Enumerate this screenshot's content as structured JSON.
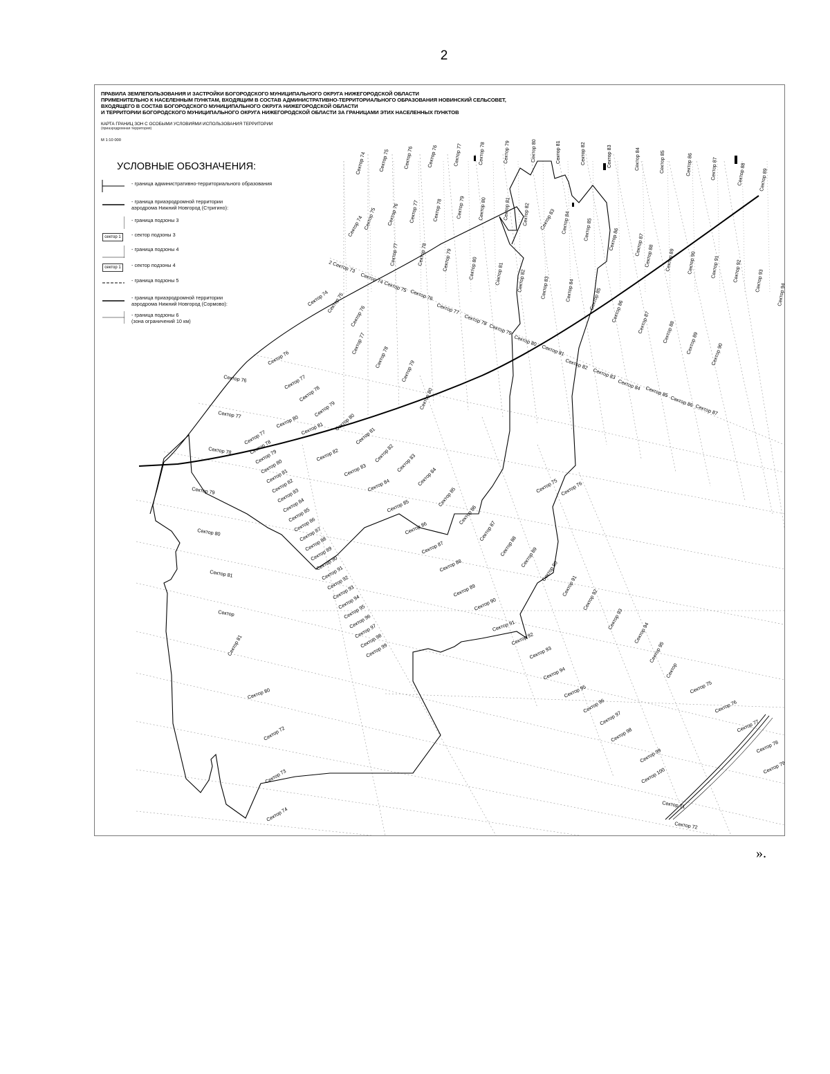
{
  "page": {
    "number": "2",
    "closing": "»."
  },
  "map": {
    "header_lines": [
      "ПРАВИЛА ЗЕМЛЕПОЛЬЗОВАНИЯ И ЗАСТРОЙКИ БОГОРОДСКОГО МУНИЦИПАЛЬНОГО ОКРУГА НИЖЕГОРОДСКОЙ ОБЛАСТИ",
      "ПРИМЕНИТЕЛЬНО К НАСЕЛЕННЫМ ПУНКТАМ, ВХОДЯЩИМ В СОСТАВ АДМИНИСТРАТИВНО-ТЕРРИТОРИАЛЬНОГО ОБРАЗОВАНИЯ НОВИНСКИЙ СЕЛЬСОВЕТ,",
      "ВХОДЯЩЕГО В СОСТАВ БОГОРОДСКОГО МУНИЦИПАЛЬНОГО ОКРУГА НИЖЕГОРОДСКОЙ ОБЛАСТИ",
      "И ТЕРРИТОРИИ БОГОРОДСКОГО МУНИЦИПАЛЬНОГО ОКРУГА НИЖЕГОРОДСКОЙ ОБЛАСТИ ЗА ГРАНИЦАМИ ЭТИХ НАСЕЛЕННЫХ ПУНКТОВ"
    ],
    "subtitle": "КАРТА ГРАНИЦ ЗОН С ОСОБЫМИ УСЛОВИЯМИ ИСПОЛЬЗОВАНИЯ ТЕРРИТОРИИ",
    "subtitle_note": "(приаэродромная территория)",
    "scale": "М 1:10 000",
    "legend": {
      "title": "УСЛОВНЫЕ ОБОЗНАЧЕНИЯ:",
      "items": [
        {
          "symbol": "admin-border",
          "text": [
            "- граница административно-территориального образования"
          ]
        },
        {
          "symbol": "thick-line",
          "text": [
            "- граница приаэродромной территории",
            "аэродрома Нижний Новгород (Стригино):"
          ]
        },
        {
          "symbol": "thin-bar",
          "text": [
            "- граница подзоны 3"
          ]
        },
        {
          "symbol": "box",
          "box_label": "сектор 1",
          "text": [
            "- сектор подзоны 3"
          ]
        },
        {
          "symbol": "thin-bar",
          "text": [
            "- граница подзоны 4"
          ]
        },
        {
          "symbol": "box",
          "box_label": "сектор 1",
          "text": [
            "- сектор подзоны 4"
          ]
        },
        {
          "symbol": "dashed",
          "text": [
            "- граница подзоны 5"
          ]
        },
        {
          "symbol": "thick-line",
          "text": [
            "- граница приаэродромной территории",
            "аэродрома Нижний Новгород (Сормово):"
          ]
        },
        {
          "symbol": "thin-bar",
          "text": [
            "- граница подзоны 6",
            "(зона ограничений 10 км)"
          ]
        }
      ]
    },
    "colors": {
      "ink": "#000000",
      "hatch": "#999999",
      "frame": "#777777"
    },
    "sector_labels": [
      {
        "t": "Сектор 74",
        "a": -75
      },
      {
        "t": "Сектор 75",
        "a": -75
      },
      {
        "t": "Сектор 76",
        "a": -78
      },
      {
        "t": "Сектор 76",
        "a": -75
      },
      {
        "t": "Сектор 77",
        "a": -80
      },
      {
        "t": "Сектор 78",
        "a": -85
      },
      {
        "t": "Сектор 79",
        "a": -85
      },
      {
        "t": "Сектор 80",
        "a": -88
      },
      {
        "t": "Сектор 81",
        "a": -90
      },
      {
        "t": "Сектор 82",
        "a": -90
      },
      {
        "t": "Сектор 83",
        "a": -90
      },
      {
        "t": "Сектор 84",
        "a": -88
      },
      {
        "t": "Сектор 85",
        "a": -88
      },
      {
        "t": "Сектор 86",
        "a": -85
      },
      {
        "t": "Сектор 87",
        "a": -85
      },
      {
        "t": "Сектор 88",
        "a": -80
      },
      {
        "t": "Сектор 89",
        "a": -80
      },
      {
        "t": "Сектор 74",
        "a": -60
      },
      {
        "t": "Сектор 75",
        "a": -70
      },
      {
        "t": "Сектор 76",
        "a": -72
      },
      {
        "t": "Сектор 77",
        "a": -78
      },
      {
        "t": "Сектор 78",
        "a": -78
      },
      {
        "t": "Сектор 79",
        "a": -80
      },
      {
        "t": "Сектор 80",
        "a": -82
      },
      {
        "t": "Сектор 81",
        "a": -84
      },
      {
        "t": "Сектор 82",
        "a": -84
      },
      {
        "t": "Сектор 83",
        "a": -60
      },
      {
        "t": "Сектор 84",
        "a": -80
      },
      {
        "t": "Сектор 85",
        "a": -80
      },
      {
        "t": "Сектор 86",
        "a": -75
      },
      {
        "t": "Сектор 87",
        "a": -78
      },
      {
        "t": "Сектор 77",
        "a": -80
      },
      {
        "t": "Сектор 78",
        "a": -78
      },
      {
        "t": "Сектор 79",
        "a": -78
      },
      {
        "t": "Сектор 80",
        "a": -80
      },
      {
        "t": "Сектор 81",
        "a": -80
      },
      {
        "t": "Сектор 82",
        "a": -80
      },
      {
        "t": "Сектор 83",
        "a": -80
      },
      {
        "t": "Сектор 84",
        "a": -80
      },
      {
        "t": "Сектор 88",
        "a": -78
      },
      {
        "t": "Сектор 89",
        "a": -78
      },
      {
        "t": "Сектор 90",
        "a": -80
      },
      {
        "t": "Сектор 91",
        "a": -80
      },
      {
        "t": "Сектор 92",
        "a": -80
      },
      {
        "t": "Сектор 93",
        "a": -80
      },
      {
        "t": "Сектор 94",
        "a": -80
      },
      {
        "t": "2 Сектор 73",
        "a": 20
      },
      {
        "t": "Сектор 74",
        "a": 20
      },
      {
        "t": "Сектор 75",
        "a": 20
      },
      {
        "t": "Сектор 76",
        "a": 20
      },
      {
        "t": "Сектор 77",
        "a": 20
      },
      {
        "t": "Сектор 78",
        "a": 20
      },
      {
        "t": "Сектор 79",
        "a": 20
      },
      {
        "t": "Сектор 80",
        "a": 20
      },
      {
        "t": "Сектор 81",
        "a": 20
      },
      {
        "t": "Сектор 82",
        "a": 20
      },
      {
        "t": "Сектор 83",
        "a": 20
      },
      {
        "t": "Сектор 84",
        "a": 20
      },
      {
        "t": "Сектор 85",
        "a": 20
      },
      {
        "t": "Сектор 86",
        "a": 20
      },
      {
        "t": "Сектор 87",
        "a": 20
      },
      {
        "t": "Сектор 74",
        "a": -35
      },
      {
        "t": "Сектор 75",
        "a": -55
      },
      {
        "t": "Сектор 76",
        "a": -60
      },
      {
        "t": "Сектор 77",
        "a": -65
      },
      {
        "t": "Сектор 78",
        "a": -65
      },
      {
        "t": "Сектор 79",
        "a": -65
      },
      {
        "t": "Сектор 80",
        "a": -65
      },
      {
        "t": "Сектор 85",
        "a": -70
      },
      {
        "t": "Сектор 86",
        "a": -70
      },
      {
        "t": "Сектор 87",
        "a": -70
      },
      {
        "t": "Сектор 88",
        "a": -70
      },
      {
        "t": "Сектор 89",
        "a": -70
      },
      {
        "t": "Сектор 90",
        "a": -70
      },
      {
        "t": "Сектор 76",
        "a": -30
      },
      {
        "t": "Сектор 77",
        "a": -30
      },
      {
        "t": "Сектор 78",
        "a": -35
      },
      {
        "t": "Сектор 79",
        "a": -35
      },
      {
        "t": "Сектор 80",
        "a": -40
      },
      {
        "t": "Сектор 81",
        "a": -40
      },
      {
        "t": "Сектор 82",
        "a": -45
      },
      {
        "t": "Сектор 83",
        "a": -45
      },
      {
        "t": "Сектор 84",
        "a": -45
      },
      {
        "t": "Сектор 85",
        "a": -50
      },
      {
        "t": "Сектор 86",
        "a": -50
      },
      {
        "t": "Сектор 87",
        "a": -55
      },
      {
        "t": "Сектор 88",
        "a": -55
      },
      {
        "t": "Сектор 89",
        "a": -55
      },
      {
        "t": "Сектор 90",
        "a": -55
      },
      {
        "t": "Сектор 91",
        "a": -60
      },
      {
        "t": "Сектор 92",
        "a": -60
      },
      {
        "t": "Сектор 93",
        "a": -60
      },
      {
        "t": "Сектор 94",
        "a": -60
      },
      {
        "t": "Сектор 95",
        "a": -60
      },
      {
        "t": "Сектор",
        "a": -60
      },
      {
        "t": "Сектор 75",
        "a": -25
      },
      {
        "t": "Сектор 76",
        "a": -25
      },
      {
        "t": "Сектор 77",
        "a": -25
      },
      {
        "t": "Сектор 78",
        "a": -25
      },
      {
        "t": "Сектор 79",
        "a": -25
      },
      {
        "t": "Сектор 80",
        "a": -25
      },
      {
        "t": "Сектор 81",
        "a": -25
      },
      {
        "t": "Сектор 82",
        "a": -25
      },
      {
        "t": "Сектор 83",
        "a": -25
      },
      {
        "t": "Сектор 84",
        "a": -25
      },
      {
        "t": "Сектор 85",
        "a": -25
      },
      {
        "t": "Сектор 86",
        "a": -25
      },
      {
        "t": "Сектор 87",
        "a": -25
      },
      {
        "t": "Сектор 88",
        "a": -25
      },
      {
        "t": "Сектор 89",
        "a": -25
      },
      {
        "t": "Сектор 90",
        "a": -25
      },
      {
        "t": "Сектор 91",
        "a": -20
      },
      {
        "t": "Сектор 92",
        "a": -25
      },
      {
        "t": "Сектор 93",
        "a": -25
      },
      {
        "t": "Сектор 94",
        "a": -25
      },
      {
        "t": "Сектор 95",
        "a": -25
      },
      {
        "t": "Сектор 96",
        "a": -30
      },
      {
        "t": "Сектор 97",
        "a": -30
      },
      {
        "t": "Сектор 98",
        "a": -30
      },
      {
        "t": "Сектор 99",
        "a": -30
      },
      {
        "t": "Сектор 100",
        "a": -30
      },
      {
        "t": "Сектор 71",
        "a": 10
      },
      {
        "t": "Сектор 72",
        "a": 10
      },
      {
        "t": "Сектор 73",
        "a": 5
      },
      {
        "t": "Сектор 74",
        "a": 10
      },
      {
        "t": "Сектор 75",
        "a": 10
      },
      {
        "t": "Сектор 76",
        "a": 10
      },
      {
        "t": "Сектор 77",
        "a": 10
      },
      {
        "t": "Сектор 78",
        "a": 10
      },
      {
        "t": "Сектор 79",
        "a": 10
      },
      {
        "t": "Сектор 80",
        "a": 10
      },
      {
        "t": "Сектор 81",
        "a": 10
      },
      {
        "t": "Сектор",
        "a": 10
      },
      {
        "t": "Сектор 81",
        "a": -60
      },
      {
        "t": "Сектор 80",
        "a": -20
      },
      {
        "t": "Сектор 72",
        "a": -30
      },
      {
        "t": "Сектор 73",
        "a": -30
      },
      {
        "t": "Сектор 74",
        "a": -30
      },
      {
        "t": "Сектор 75",
        "a": -30
      },
      {
        "t": "Сектор 76",
        "a": -30
      },
      {
        "t": "Сектор 77",
        "a": -30
      },
      {
        "t": "Сектор 78",
        "a": -30
      },
      {
        "t": "Сектор 79",
        "a": -30
      },
      {
        "t": "Сектор 80",
        "a": -30
      },
      {
        "t": "Сектор 81",
        "a": -30
      },
      {
        "t": "Сектор 82",
        "a": -30
      },
      {
        "t": "Сектор 83",
        "a": -30
      },
      {
        "t": "Сектор 84",
        "a": -30
      },
      {
        "t": "Сектор 85",
        "a": -30
      },
      {
        "t": "Сектор 86",
        "a": -30
      },
      {
        "t": "Сектор 87",
        "a": -30
      },
      {
        "t": "Сектор 88",
        "a": -30
      },
      {
        "t": "Сектор 89",
        "a": -30
      },
      {
        "t": "Сектор 90",
        "a": -30
      },
      {
        "t": "Сектор 91",
        "a": -30
      },
      {
        "t": "Сектор 92",
        "a": -30
      },
      {
        "t": "Сектор 93",
        "a": -30
      },
      {
        "t": "Сектор 94",
        "a": -30
      },
      {
        "t": "Сектор 95",
        "a": -30
      },
      {
        "t": "Сектор 96",
        "a": -30
      },
      {
        "t": "Сектор 97",
        "a": -30
      },
      {
        "t": "Сектор 98",
        "a": -30
      },
      {
        "t": "Сектор 99",
        "a": -30
      }
    ]
  }
}
